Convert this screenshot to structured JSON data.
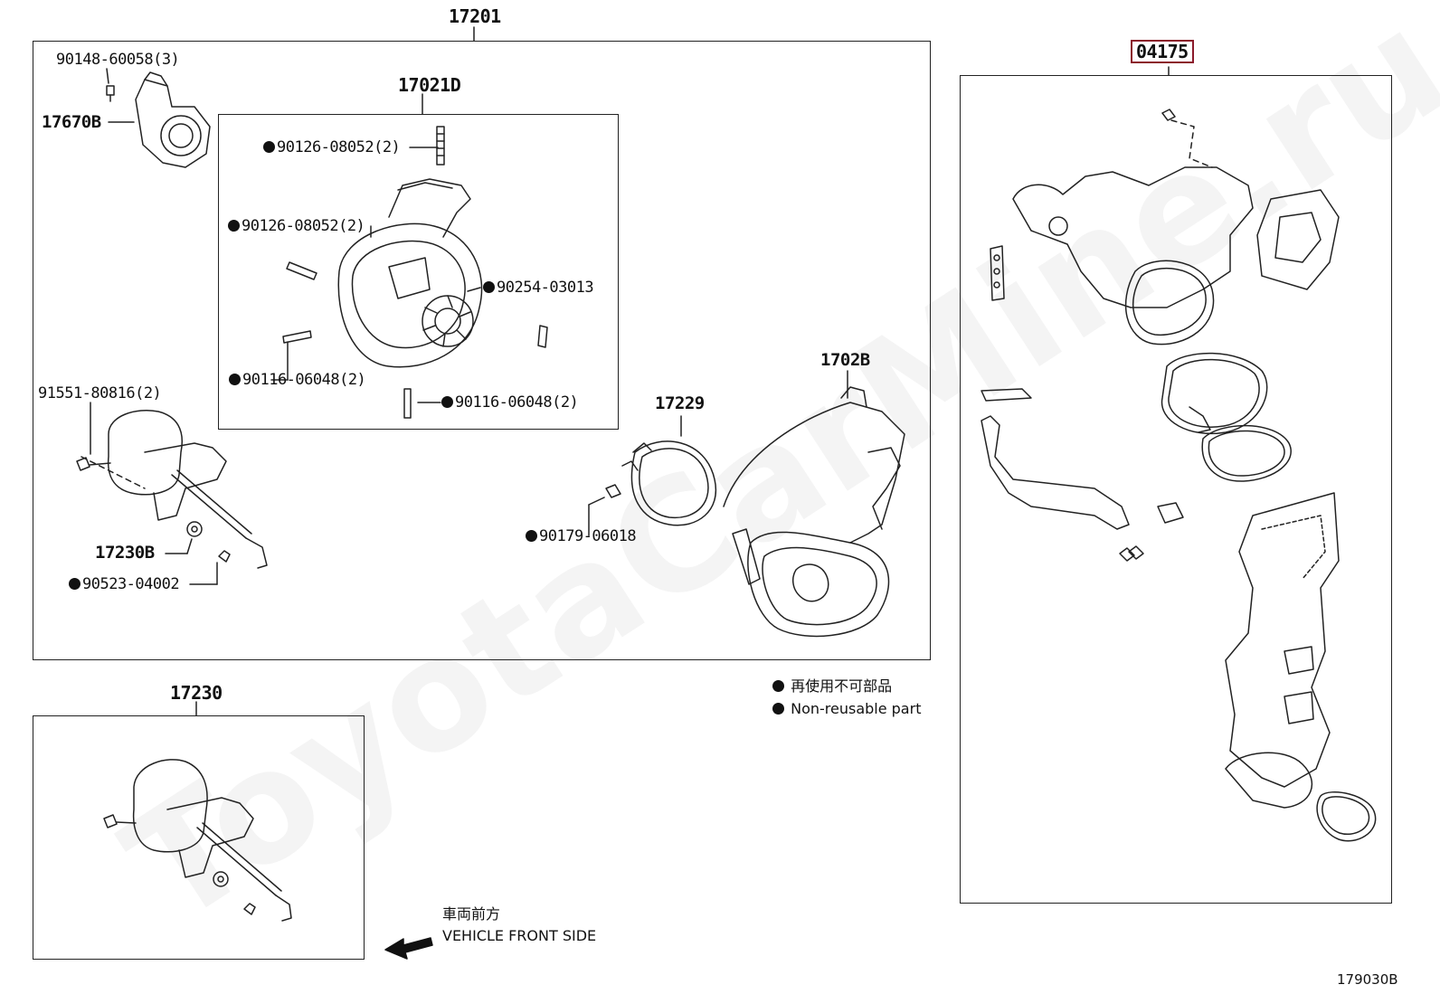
{
  "watermark": "ToyotaCarMine.ru",
  "groups": {
    "g17201": "17201",
    "g17021D": "17021D",
    "g04175": "04175",
    "g17230": "17230"
  },
  "parts": {
    "p90148": "90148-60058(3)",
    "p17670B": "17670B",
    "p90126a": "90126-08052(2)",
    "p90126b": "90126-08052(2)",
    "p90254": "90254-03013",
    "p90116a": "90116-06048(2)",
    "p90116b": "90116-06048(2)",
    "p91551": "91551-80816(2)",
    "p17230B": "17230B",
    "p90523": "90523-04002",
    "p17229": "17229",
    "p90179": "90179-06018",
    "p1702B": "1702B"
  },
  "legend": {
    "jp": "再使用不可部品",
    "en": "Non-reusable part"
  },
  "direction": {
    "jp": "車両前方",
    "en": "VEHICLE FRONT SIDE"
  },
  "illustration_code": "179030B",
  "colors": {
    "highlight": "#8b1a2b",
    "ink": "#111111"
  }
}
